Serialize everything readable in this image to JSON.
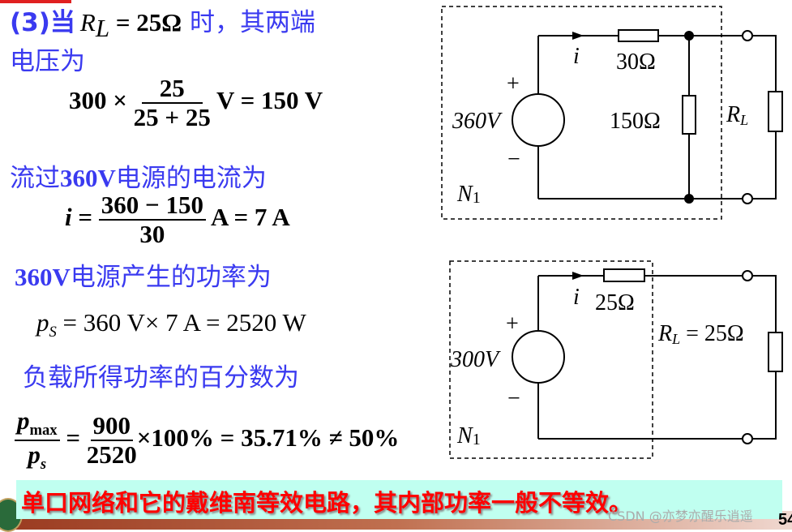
{
  "slide": {
    "line1": {
      "prefix": "(3)当",
      "var": "R",
      "sub": "L",
      "eq": " = 25Ω",
      "suffix": " 时，其两端"
    },
    "line2": "电压为",
    "formula1": {
      "left": "300 ×",
      "num": "25",
      "den": "25 + 25",
      "right": "V = 150 V"
    },
    "line3": {
      "bold": "360V",
      "rest": "电源的电流为",
      "prefix": "流过"
    },
    "formula2": {
      "lhs": "i",
      "eq": "=",
      "num": "360 − 150",
      "den": "30",
      "right": "A = 7 A"
    },
    "line4": {
      "bold": "360V",
      "rest": "电源产生的功率为"
    },
    "formula3": {
      "var": "p",
      "sub": "S",
      "rest": " = 360 V× 7 A = 2520 W"
    },
    "line5": "负载所得功率的百分数为",
    "formula4": {
      "num_var": "p",
      "num_sub": "max",
      "den_var": "p",
      "den_sub": "s",
      "eq": "=",
      "num2": "900",
      "den2": "2520",
      "rest": "×100% = 35.71% ≠ 50%"
    },
    "conclusion": "单口网络和它的戴维南等效电路，其内部功率一般不等效。",
    "page_number": "54",
    "watermark": "CSDN @亦梦亦醒乐逍遥"
  },
  "circuit1": {
    "source": "360V",
    "plus": "+",
    "minus": "−",
    "current": "i",
    "r_series": "30Ω",
    "r_shunt": "150Ω",
    "load": "R",
    "load_sub": "L",
    "network": "N",
    "network_sub": "1"
  },
  "circuit2": {
    "source": "300V",
    "plus": "+",
    "minus": "−",
    "current": "i",
    "r_series": "25Ω",
    "load": "R",
    "load_sub": "L",
    "load_value": " = 25Ω",
    "network": "N",
    "network_sub": "1"
  },
  "colors": {
    "text_blue": "#3a3af0",
    "conclusion_red": "#ff0000",
    "conclusion_bg": "#c0fff0"
  }
}
